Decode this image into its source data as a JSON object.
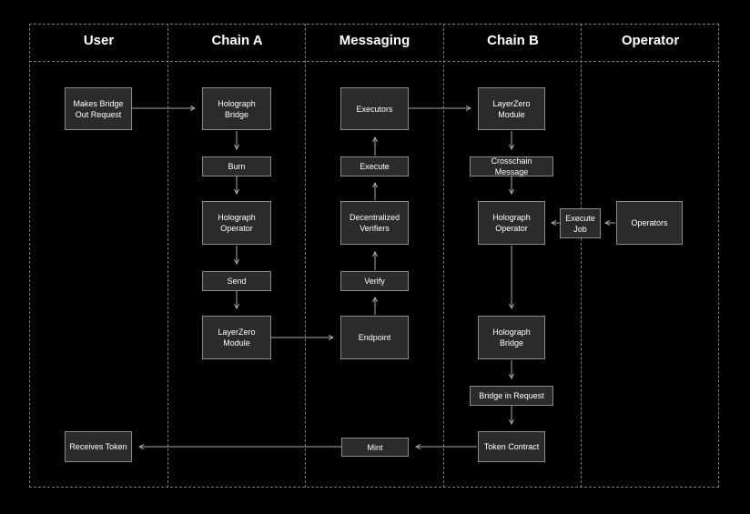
{
  "lanes": {
    "user": "User",
    "chain_a": "Chain A",
    "messaging": "Messaging",
    "chain_b": "Chain B",
    "operator": "Operator"
  },
  "nodes": {
    "makes_bridge_out_request": "Makes Bridge\nOut Request",
    "receives_token": "Receives Token",
    "holograph_bridge_a": "Holograph\nBridge",
    "burn": "Burn",
    "holograph_operator_a": "Holograph\nOperator",
    "send": "Send",
    "layerzero_module_a": "LayerZero\nModule",
    "executors": "Executors",
    "execute": "Execute",
    "decentralized_verifiers": "Decentralized\nVerifiers",
    "verify": "Verify",
    "endpoint": "Endpoint",
    "mint": "Mint",
    "layerzero_module_b": "LayerZero\nModule",
    "crosschain_message": "Crosschain Message",
    "holograph_operator_b": "Holograph\nOperator",
    "holograph_bridge_b": "Holograph\nBridge",
    "bridge_in_request": "Bridge in Request",
    "token_contract": "Token Contract",
    "execute_job": "Execute\nJob",
    "operators": "Operators"
  },
  "colors": {
    "background": "#000000",
    "node_fill": "#2b2b2b",
    "node_border": "#8a8a8a",
    "line": "#7a7a7a",
    "text": "#ffffff"
  }
}
